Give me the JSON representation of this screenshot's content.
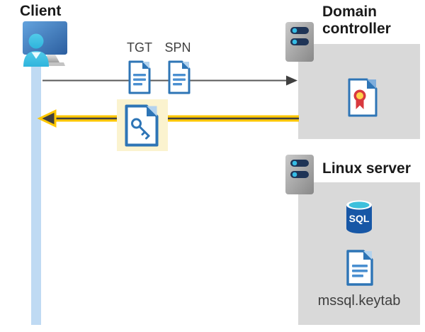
{
  "client": {
    "label": "Client"
  },
  "flow": {
    "tgt_label": "TGT",
    "spn_label": "SPN"
  },
  "domain_controller": {
    "label": "Domain controller"
  },
  "linux_server": {
    "label": "Linux server",
    "sql_badge": "SQL",
    "keytab_filename": "mssql.keytab"
  },
  "colors": {
    "title_black": "#1a1a1a",
    "label_gray": "#404040",
    "doc_blue": "#2e75b6",
    "doc_line_blue": "#4a8fd0",
    "doc_fold_light": "#b4d3ee",
    "panel_gray": "#d9d9d9",
    "lifeline_blue": "#bfdaf3",
    "request_arrow_gray": "#595959",
    "arrowhead_dark": "#404040",
    "response_arrow_yellow": "#ffc700",
    "highlight_yellow": "#fbf3cf",
    "server_bar_navy": "#1f3456",
    "server_dot_cyan": "#35bce5",
    "sql_blue": "#1757a6",
    "sql_top_cyan": "#3dc0dc",
    "cert_red": "#d8383e",
    "cert_gold": "#ffd24a",
    "person_cyan": "#3fc2e6"
  }
}
